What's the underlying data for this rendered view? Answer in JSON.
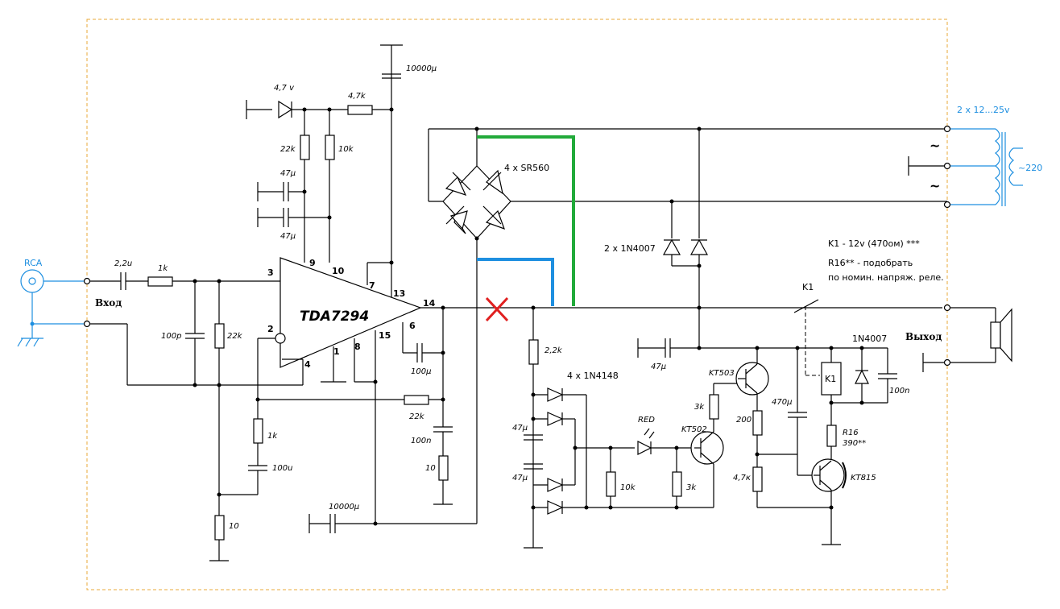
{
  "chip": {
    "name": "TDA7294",
    "pins": [
      "9",
      "10",
      "3",
      "7",
      "13",
      "14",
      "2",
      "15",
      "6",
      "8",
      "1",
      "4"
    ]
  },
  "labels": {
    "input": "Вход",
    "output": "Выход",
    "rca": "RCA",
    "transformer": "2 x 12...25v",
    "mains": "~220",
    "tilde": "~",
    "bridge": "4 x SR560",
    "diodes_1n4007": "2 x 1N4007",
    "k1_note": "K1 - 12v (470ом) ***",
    "r16_note_a": "R16**  -    подобрать",
    "r16_note_b": "по номин. напряж. реле.",
    "k1": "K1",
    "k1_coil": "K1",
    "d_1n4007": "1N4007",
    "diodes_1n4148": "4 x 1N4148",
    "led": "RED",
    "t1": "KT503",
    "t2": "KT502",
    "t3": "KT815"
  },
  "components": {
    "zener": "4,7 v",
    "r_4k7_top": "4,7k",
    "c_10000_top": "10000µ",
    "r_22k_top": "22k",
    "r_10k_top": "10k",
    "c_47_a": "47µ",
    "c_47_b": "47µ",
    "c_2u2": "2,2u",
    "r_1k_in": "1k",
    "c_100p": "100p",
    "r_22k_in": "22k",
    "r_1k_fb": "1k",
    "c_100u_fb": "100u",
    "r_10_left": "10",
    "c_10000_bot": "10000µ",
    "c_100u_boot": "100µ",
    "r_22k_fb": "22k",
    "c_100n_zob": "100n",
    "r_10_zob": "10",
    "r_2k2": "2,2k",
    "c_47_c": "47µ",
    "c_47_d": "47µ",
    "c_47_e": "47µ",
    "r_10k_led": "10k",
    "r_3k_led": "3k",
    "r_3k_base": "3k",
    "r_200": "200",
    "r_4k7_bot": "4,7к",
    "c_470": "470µ",
    "r16": "R16",
    "r16_val": "390**",
    "c_100n_relay": "100n"
  },
  "colors": {
    "wire": "#000000",
    "green": "#22aa3a",
    "blue": "#1e8fe0",
    "red": "#e02020",
    "border": "#e8a838"
  }
}
